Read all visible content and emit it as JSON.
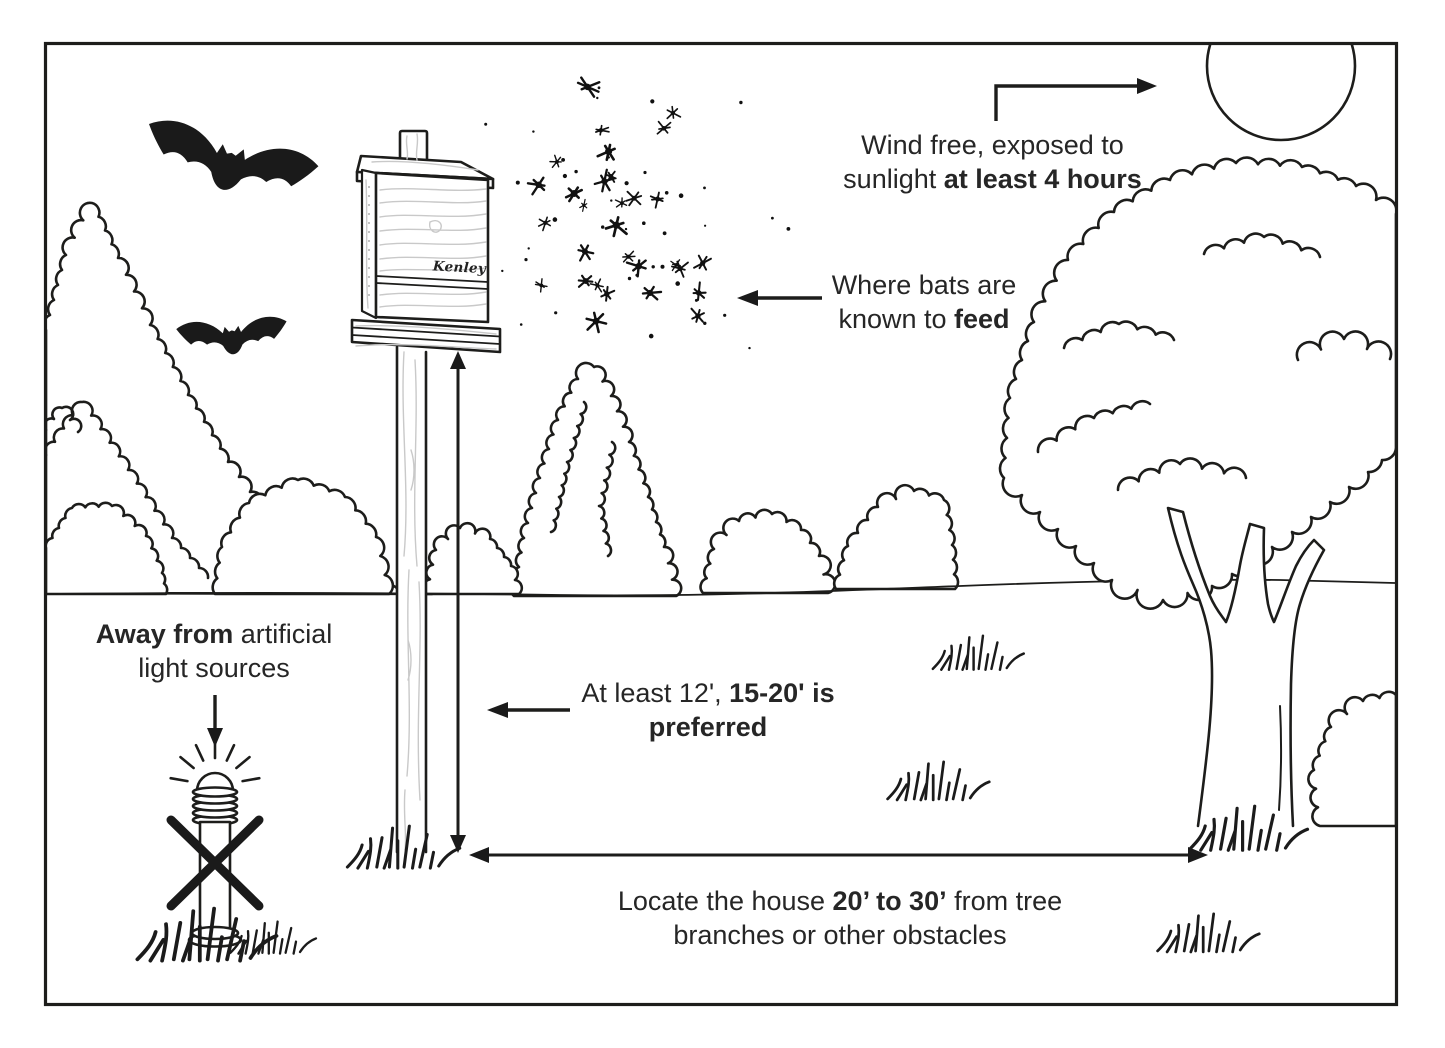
{
  "labels": {
    "sunlight": {
      "line1": "Wind free, exposed to",
      "line2_normal": "sunlight ",
      "line2_bold": "at least 4 hours"
    },
    "feed": {
      "line1": "Where bats are",
      "line2_normal": "known to ",
      "line2_bold": "feed"
    },
    "light": {
      "line1_bold": "Away from",
      "line1_normal": " artificial",
      "line2": "light sources"
    },
    "height": {
      "line1_normal": "At least 12', ",
      "line1_bold": "15-20' is",
      "line2_bold": "preferred"
    },
    "distance": {
      "line1_normal1": "Locate the house ",
      "line1_bold": "20’ to 30’",
      "line1_normal2": " from tree",
      "line2": "branches or other obstacles"
    }
  },
  "bat_house": {
    "brand": "Kenley"
  },
  "colors": {
    "line": "#1d1d1b",
    "wood_grain": "#c9c9c9",
    "background": "#ffffff"
  }
}
